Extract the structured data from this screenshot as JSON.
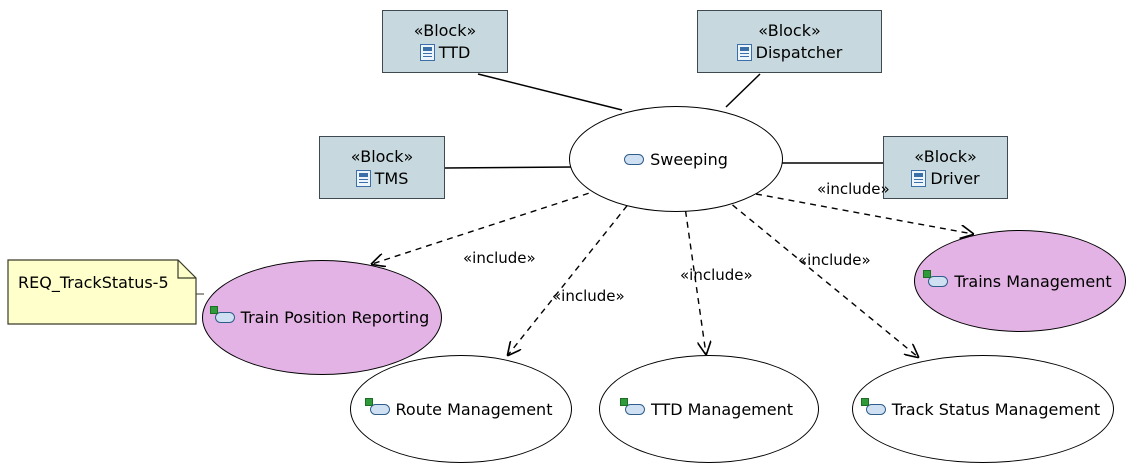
{
  "blocks": {
    "ttd": {
      "stereotype": "«Block»",
      "name": "TTD"
    },
    "dispatcher": {
      "stereotype": "«Block»",
      "name": "Dispatcher"
    },
    "tms": {
      "stereotype": "«Block»",
      "name": "TMS"
    },
    "driver": {
      "stereotype": "«Block»",
      "name": "Driver"
    }
  },
  "use_cases": {
    "sweeping": "Sweeping",
    "train_position_reporting": "Train Position Reporting",
    "trains_management": "Trains Management",
    "route_management": "Route Management",
    "ttd_management": "TTD Management",
    "track_status_management": "Track Status Management"
  },
  "note": {
    "text": "REQ_TrackStatus-5"
  },
  "relations": {
    "include_label": "«include»"
  },
  "colors": {
    "block_fill": "#c7d9de",
    "highlight_fill": "#e2b3e4",
    "note_fill": "#ffffcc"
  }
}
